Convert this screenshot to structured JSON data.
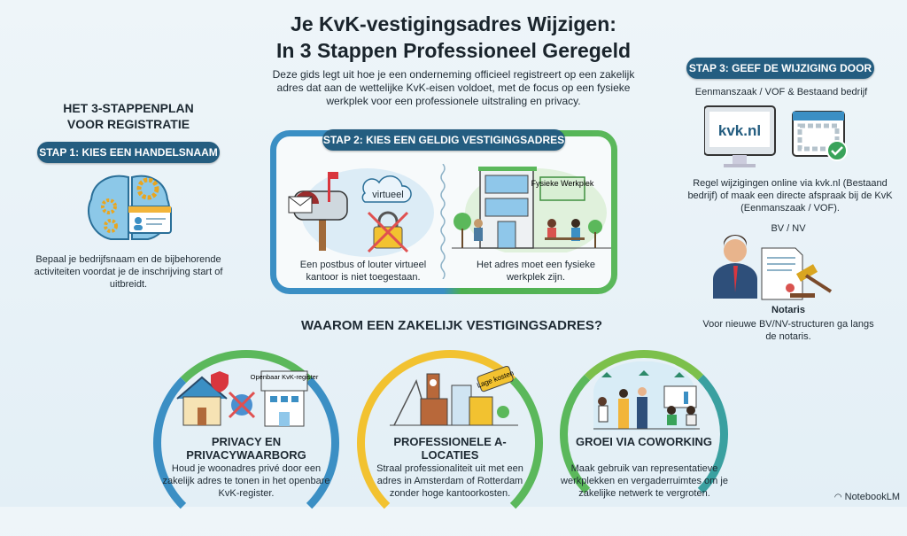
{
  "title": {
    "line1": "Je KvK-vestigingsadres Wijzigen:",
    "line2": "In 3 Stappen Professioneel Geregeld"
  },
  "intro": "Deze gids legt uit hoe je een onderneming officieel registreert op een zakelijk adres dat aan de wettelijke KvK-eisen voldoet, met de focus op een fysieke werkplek voor een professionele uitstraling en privacy.",
  "plan": {
    "heading_line1": "HET 3-STAPPENPLAN",
    "heading_line2": "VOOR REGISTRATIE"
  },
  "step1": {
    "label": "STAP 1: KIES EEN HANDELSNAAM",
    "text": "Bepaal je bedrijfsnaam en de bijbehorende activiteiten voordat je de inschrijving start of uitbreidt.",
    "icon": "brain-gears-id-card-icon"
  },
  "step2": {
    "label": "STAP 2: KIES EEN GELDIG VESTIGINGSADRES",
    "cloud_label": "virtueel",
    "left_text": "Een postbus of louter virtueel kantoor is niet toegestaan.",
    "sign_label": "Fysieke Werkplek",
    "right_text": "Het adres moet een fysieke werkplek zijn."
  },
  "step3": {
    "label": "STAP 3: GEEF DE WIJZIGING DOOR",
    "subtitle": "Eenmanszaak / VOF & Bestaand bedrijf",
    "screen_text": "kvk.nl",
    "text": "Regel wijzigingen online via kvk.nl (Bestaand bedrijf) of maak een directe afspraak bij de KvK (Eenmanszaak / VOF).",
    "bv_label": "BV / NV",
    "notary_title": "Notaris",
    "notary_text": "Voor nieuwe BV/NV-structuren ga langs de notaris."
  },
  "why": {
    "heading": "WAAROM EEN ZAKELIJK VESTIGINGSADRES?",
    "items": [
      {
        "title": "PRIVACY EN PRIVACYWAARBORG",
        "text": "Houd je woonadres privé door een zakelijk adres te tonen in het openbare KvK-register.",
        "sign": "Openbaar KvK-register"
      },
      {
        "title": "PROFESSIONELE A-LOCATIES",
        "text": "Straal professionaliteit uit met een adres in Amsterdam of Rotterdam zonder hoge kantoorkosten.",
        "tag": "Lage kosten"
      },
      {
        "title": "GROEI VIA COWORKING",
        "text": "Maak gebruik van representatieve werkplekken en vergaderruimtes om je zakelijke netwerk te vergroten."
      }
    ]
  },
  "brand": "NotebookLM",
  "colors": {
    "pill": "#245d80",
    "blue": "#3b8fc4",
    "green": "#5bb85b",
    "yellow": "#f2c230"
  }
}
